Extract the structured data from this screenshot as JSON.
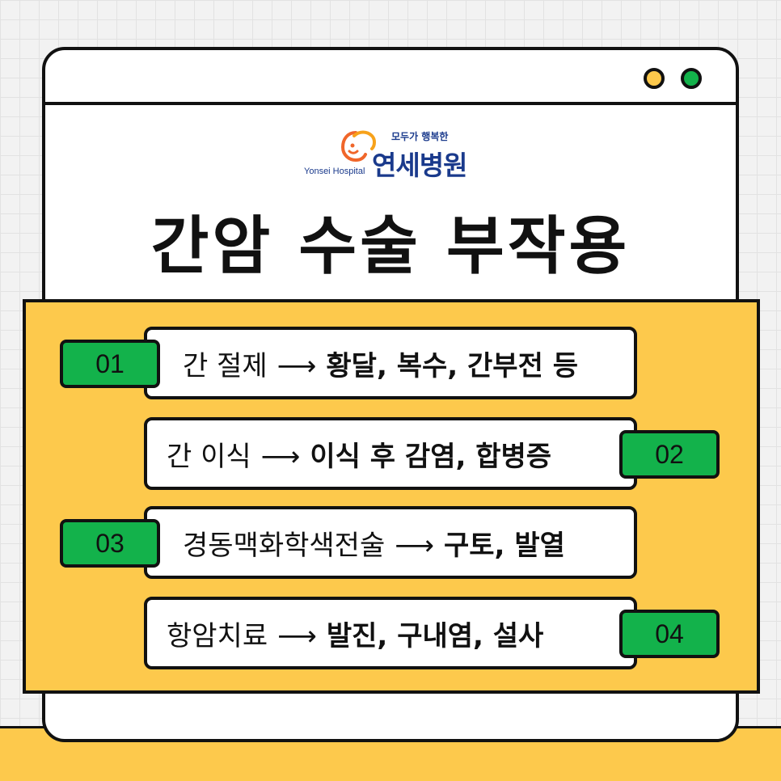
{
  "logo": {
    "tagline": "모두가 행복한",
    "name": "연세병원",
    "english": "Yonsei Hospital"
  },
  "title": "간암 수술 부작용",
  "items": [
    {
      "number": "01",
      "label": "간 절제",
      "arrow": "⟶",
      "effect": "황달, 복수, 간부전 등"
    },
    {
      "number": "02",
      "label": "간 이식",
      "arrow": "⟶",
      "effect": "이식 후 감염, 합병증"
    },
    {
      "number": "03",
      "label": "경동맥화학색전술",
      "arrow": "⟶",
      "effect": "구토, 발열"
    },
    {
      "number": "04",
      "label": "항암치료",
      "arrow": "⟶",
      "effect": "발진, 구내염, 설사"
    }
  ],
  "colors": {
    "yellow": "#fdc94c",
    "green": "#13b24b",
    "outline": "#111111",
    "logo_blue": "#1a3a8c",
    "logo_orange": "#f0662a"
  }
}
